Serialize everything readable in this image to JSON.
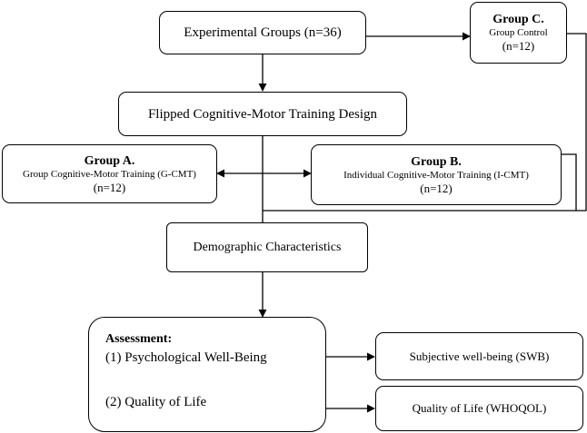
{
  "experimental": {
    "label": "Experimental Groups (n=36)"
  },
  "group_c": {
    "title": "Group C.",
    "subtitle": "Group Control",
    "n": "(n=12)"
  },
  "design": {
    "label": "Flipped Cognitive-Motor Training Design"
  },
  "group_a": {
    "title": "Group A.",
    "subtitle": "Group Cognitive-Motor Training (G-CMT)",
    "n": "(n=12)"
  },
  "group_b": {
    "title": "Group B.",
    "subtitle": "Individual Cognitive-Motor Training (I-CMT)",
    "n": "(n=12)"
  },
  "demographics": {
    "label": "Demographic Characteristics"
  },
  "assessment": {
    "title": "Assessment:",
    "item1": "(1) Psychological Well-Being",
    "item2": "(2) Quality of Life"
  },
  "outcome_swb": {
    "label": "Subjective well-being (SWB)"
  },
  "outcome_qol": {
    "label": "Quality of Life (WHOQOL)"
  },
  "colors": {
    "stroke": "#000000",
    "background": "#ffffff"
  }
}
